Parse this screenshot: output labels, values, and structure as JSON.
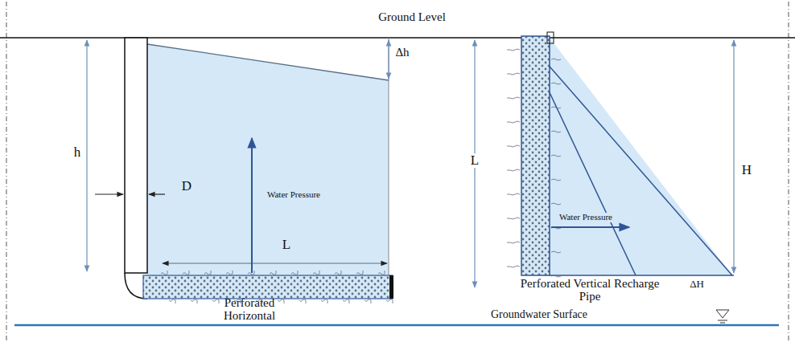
{
  "diagram": {
    "labels": [
      "Ground Level",
      "h",
      "D",
      "Δh",
      "Water Pressure",
      "L",
      "Perforated Horizontal",
      "L",
      "Water Pressure",
      "H",
      "ΔH",
      "Perforated Vertical Recharge Pipe",
      "Groundwater Surface"
    ]
  }
}
